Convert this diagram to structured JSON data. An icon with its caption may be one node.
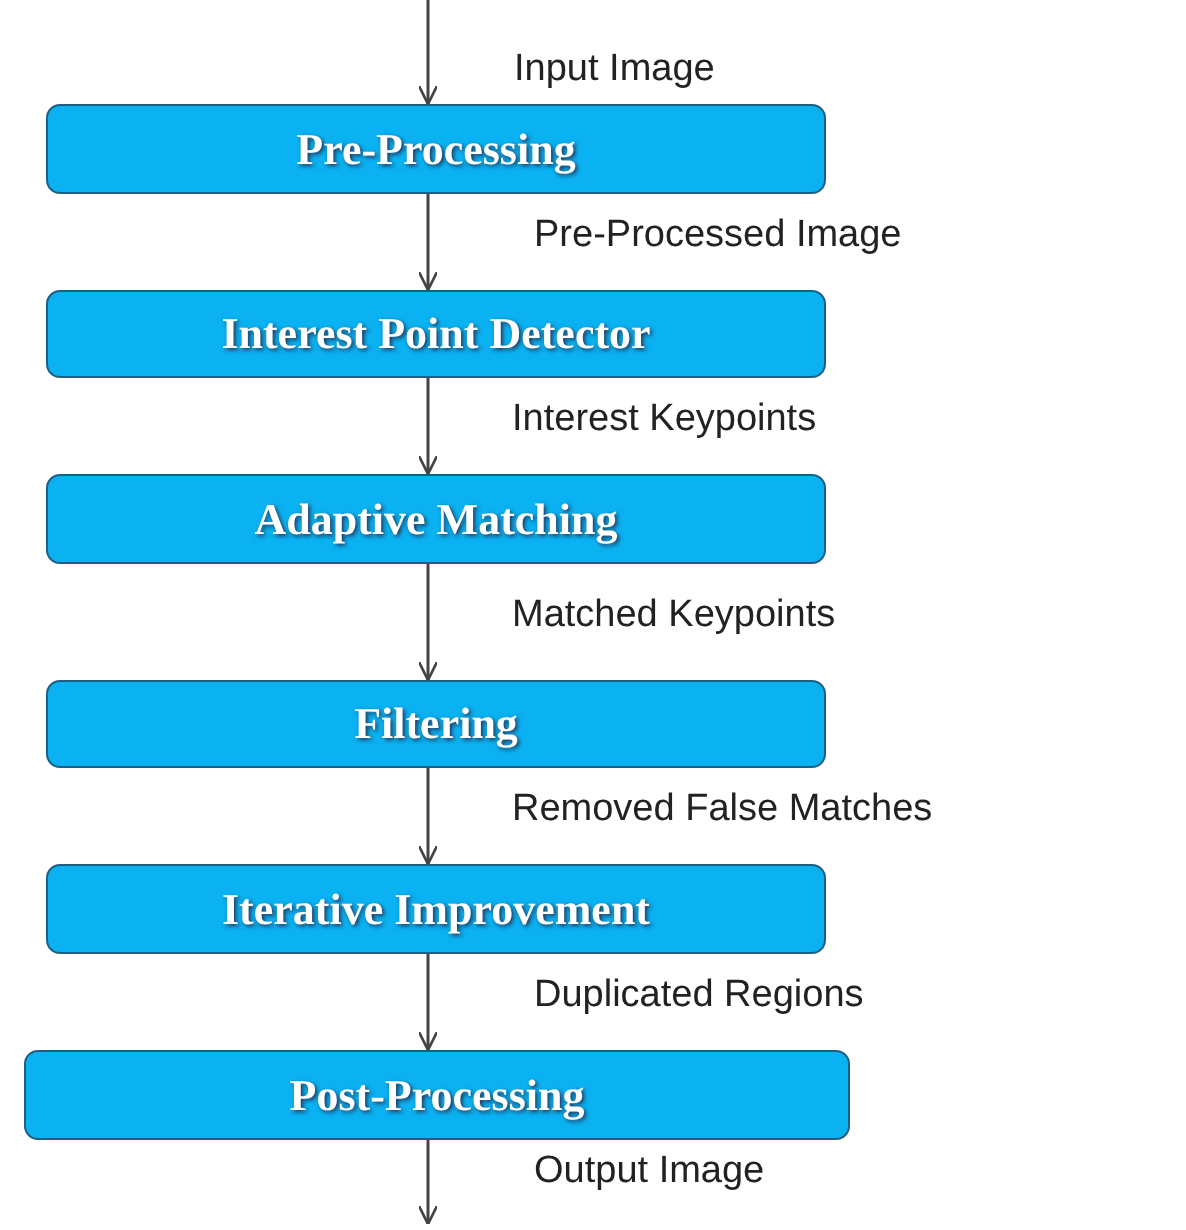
{
  "diagram": {
    "nodes": [
      {
        "text": [
          "Pre-Processing"
        ]
      },
      {
        "text": [
          "Interest Point Detector"
        ]
      },
      {
        "text": [
          "Adaptive Matching"
        ]
      },
      {
        "text": [
          "Filtering"
        ]
      },
      {
        "text": [
          "Iterative Improvement"
        ]
      },
      {
        "text": [
          "Post-Processing"
        ]
      }
    ],
    "edges": [
      {
        "from": null,
        "to": 0,
        "arrow": "to",
        "label": "Input Image"
      },
      {
        "from": 0,
        "to": 1,
        "arrow": "to",
        "label": "Pre-Processed Image"
      },
      {
        "from": 1,
        "to": 2,
        "arrow": "to",
        "label": "Interest Keypoints"
      },
      {
        "from": 2,
        "to": 3,
        "arrow": "to",
        "label": "Matched Keypoints"
      },
      {
        "from": 3,
        "to": 4,
        "arrow": "to",
        "label": "Removed False Matches"
      },
      {
        "from": 4,
        "to": 5,
        "arrow": "to",
        "label": "Duplicated Regions"
      },
      {
        "from": 5,
        "to": null,
        "arrow": "to",
        "label": "Output Image"
      }
    ]
  }
}
